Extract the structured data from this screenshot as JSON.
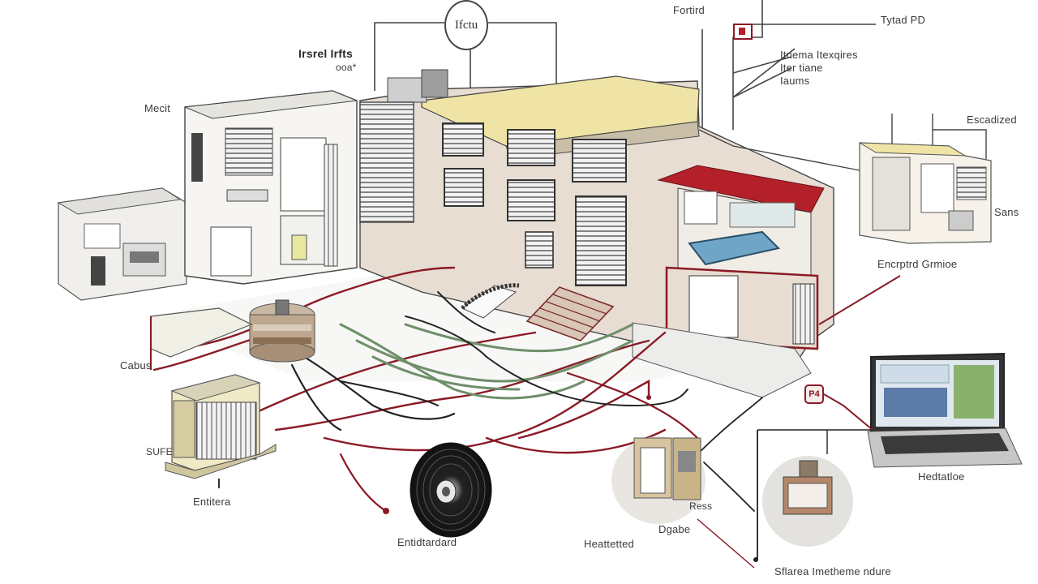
{
  "labels": {
    "top_circle": "Ifctu",
    "installed": "Irsrel Irfts",
    "installed_sub": "ooa*",
    "fontured": "Fortird",
    "tytad": "Tytad PD",
    "right_list_1": "Itnema Itexqires",
    "right_list_2": "Iter tiane",
    "right_list_3": "Iaums",
    "mech": "Mecit",
    "escadized": "Escadized",
    "sans": "Sans",
    "encrptd": "Encrptrd Grmioe",
    "cabus": "Cabus",
    "sufe": "SUFE",
    "entitera": "Entitera",
    "entidardd": "Entidtardard",
    "heatteted": "Heattetted",
    "dgabe": "Dgabe",
    "ress": "Ress",
    "hedtatloe": "Hedtatloe",
    "bottom_right": "Sflarea Imetheme ndure",
    "badge": "P4"
  },
  "colors": {
    "cable_red": "#8a1a25",
    "cable_green": "#6f8f6a",
    "line_dark": "#333333",
    "wall_beige": "#e7ddd3",
    "roof_yellow": "#efe4a6",
    "roof_red": "#b3202a"
  }
}
